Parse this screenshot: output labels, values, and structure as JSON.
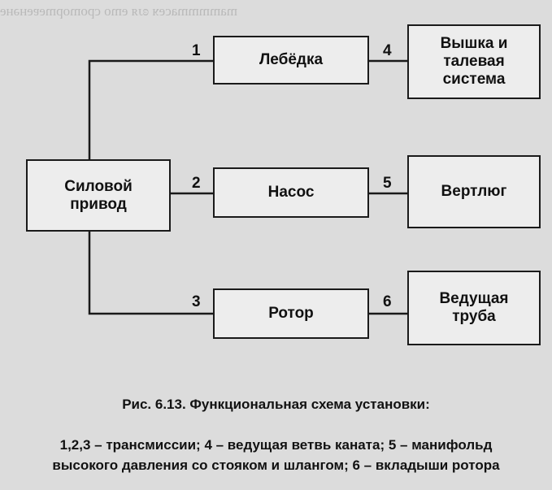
{
  "diagram": {
    "boxes": {
      "power_drive": "Силовой\nпривод",
      "winch": "Лебёдка",
      "pump": "Насос",
      "rotor": "Ротор",
      "derrick": "Вышка и\nталевая\nсистема",
      "swivel": "Вертлюг",
      "kelly": "Ведущая\nтруба"
    },
    "labels": {
      "n1": "1",
      "n2": "2",
      "n3": "3",
      "n4": "4",
      "n5": "5",
      "n6": "6"
    }
  },
  "caption": {
    "title": "Рис. 6.13. Функциональная схема установки:",
    "line1": "1,2,3 – трансмиссии; 4 – ведущая ветвь каната; 5 – манифольд",
    "line2": "высокого давления со стояком и шлангом; 6 – вкладыши ротора"
  }
}
